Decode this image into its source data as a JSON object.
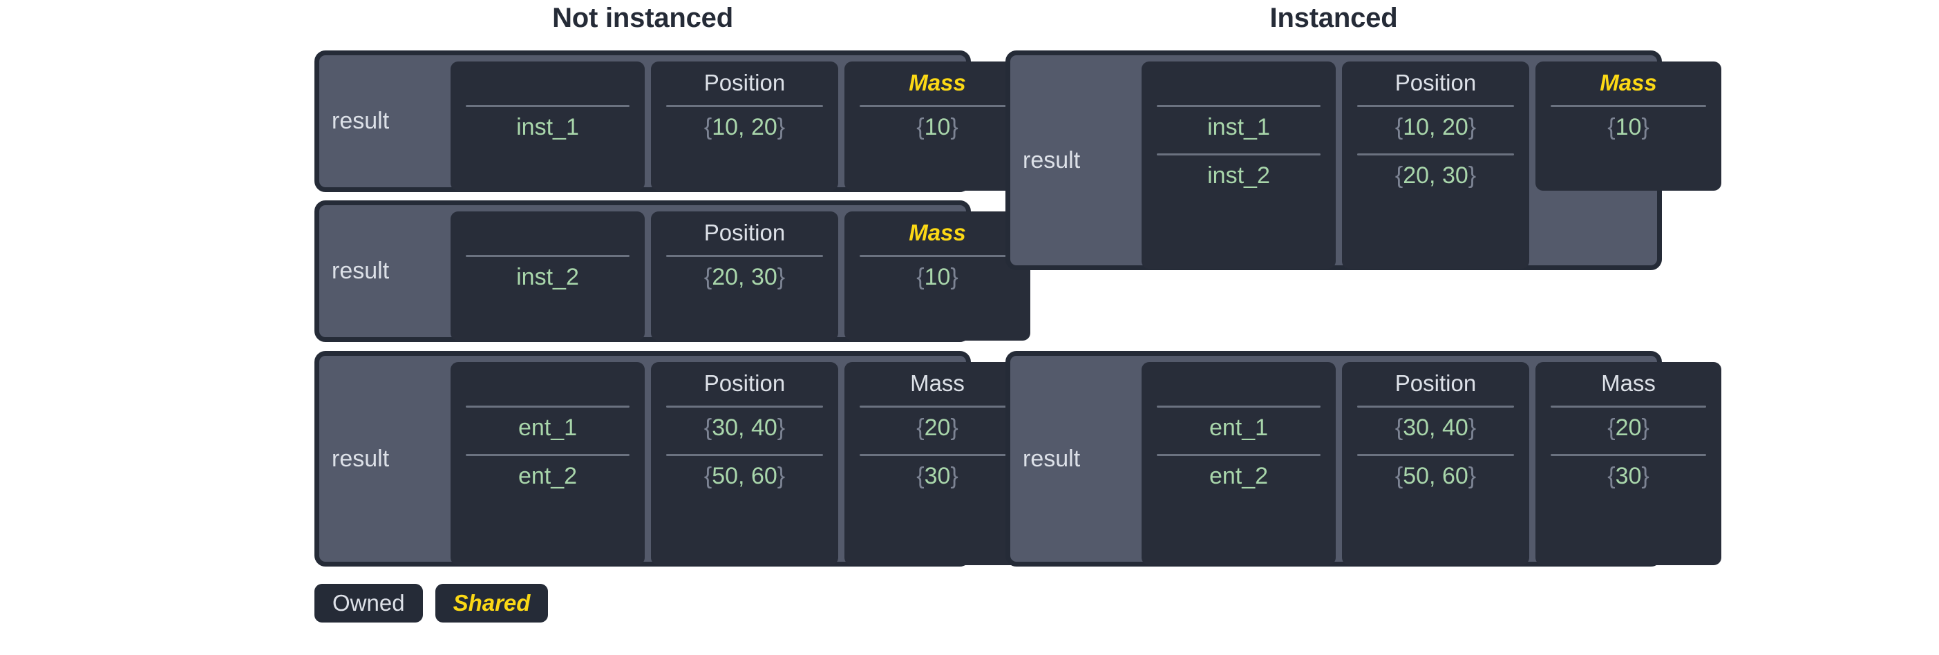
{
  "titles": {
    "left": "Not instanced",
    "right": "Instanced"
  },
  "legend": {
    "owned": "Owned",
    "shared": "Shared"
  },
  "labels": {
    "result": "result",
    "position": "Position",
    "mass": "Mass"
  },
  "colors": {
    "page_background": "#ffffff",
    "title": "#252b37",
    "table_border": "#252b37",
    "table_inner_background": "#545a6b",
    "cell_background": "#282d39",
    "header_text": "#dde1e8",
    "shared_text": "#fcd915",
    "value_text": "#a9d6ab",
    "brace_text": "#7d8494",
    "separator": "#6b7280"
  },
  "not_instanced": {
    "tables": [
      {
        "row_label": "result",
        "name_header": "",
        "position_header": "Position",
        "mass_header": "Mass",
        "mass_shared": true,
        "rows": [
          {
            "name": "inst_1",
            "position": "{10, 20}",
            "position_values": "10, 20",
            "mass": "{10}",
            "mass_value": "10"
          }
        ]
      },
      {
        "row_label": "result",
        "name_header": "",
        "position_header": "Position",
        "mass_header": "Mass",
        "mass_shared": true,
        "rows": [
          {
            "name": "inst_2",
            "position": "{20, 30}",
            "position_values": "20, 30",
            "mass": "{10}",
            "mass_value": "10"
          }
        ]
      },
      {
        "row_label": "result",
        "name_header": "",
        "position_header": "Position",
        "mass_header": "Mass",
        "mass_shared": false,
        "rows": [
          {
            "name": "ent_1",
            "position": "{30, 40}",
            "position_values": "30, 40",
            "mass": "{20}",
            "mass_value": "20"
          },
          {
            "name": "ent_2",
            "position": "{50, 60}",
            "position_values": "50, 60",
            "mass": "{30}",
            "mass_value": "30"
          }
        ]
      }
    ]
  },
  "instanced": {
    "tables": [
      {
        "row_label": "result",
        "name_header": "",
        "position_header": "Position",
        "mass_header": "Mass",
        "mass_shared": true,
        "mass_spans_rows": 1,
        "rows": [
          {
            "name": "inst_1",
            "position": "{10, 20}",
            "position_values": "10, 20",
            "mass": "{10}",
            "mass_value": "10"
          },
          {
            "name": "inst_2",
            "position": "{20, 30}",
            "position_values": "20, 30",
            "mass": "",
            "mass_value": ""
          }
        ]
      },
      {
        "row_label": "result",
        "name_header": "",
        "position_header": "Position",
        "mass_header": "Mass",
        "mass_shared": false,
        "mass_spans_rows": 2,
        "rows": [
          {
            "name": "ent_1",
            "position": "{30, 40}",
            "position_values": "30, 40",
            "mass": "{20}",
            "mass_value": "20"
          },
          {
            "name": "ent_2",
            "position": "{50, 60}",
            "position_values": "50, 60",
            "mass": "{30}",
            "mass_value": "30"
          }
        ]
      }
    ]
  }
}
